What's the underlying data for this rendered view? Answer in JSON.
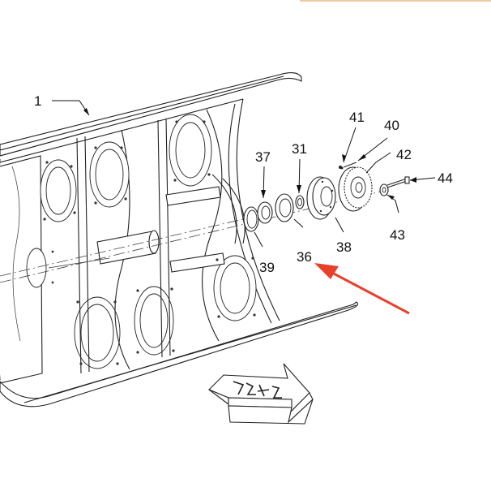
{
  "diagram": {
    "part_numbers": {
      "p1": "1",
      "p31": "31",
      "p36": "36",
      "p37": "37",
      "p38": "38",
      "p39": "39",
      "p40": "40",
      "p41": "41",
      "p42": "42",
      "p43": "43",
      "p44": "44"
    },
    "colors": {
      "highlight_arrow": "#e8402a",
      "top_bar": "#f0c9a4",
      "line": "#222222"
    },
    "icons": {
      "direction_arrow": "flow-direction-arrow-icon",
      "pointer": "red-pointer-arrow-icon"
    }
  }
}
